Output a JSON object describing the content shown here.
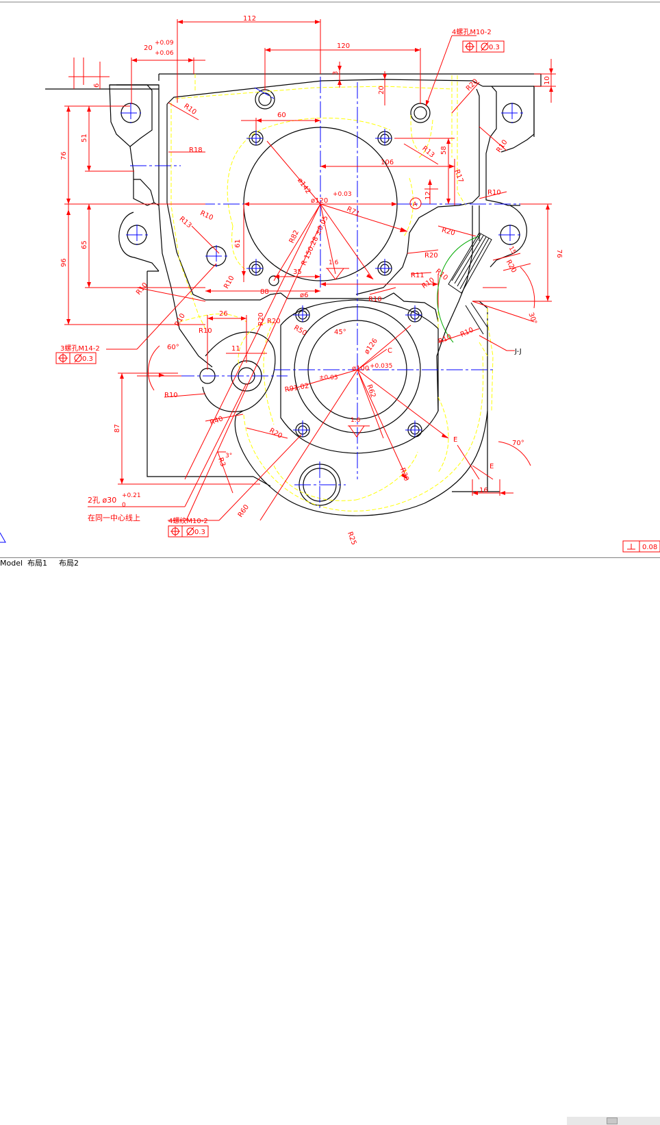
{
  "colors": {
    "background": "#ffffff",
    "outline": "#000000",
    "dimension": "#ff0000",
    "center": "#0000ff",
    "hidden": "#ffff00",
    "green": "#00aa00"
  },
  "dimensions": {
    "d112": "112",
    "d120": "120",
    "d60": "60",
    "d106": "106",
    "d76a": "76",
    "d76b": "76",
    "d51": "51",
    "d65": "65",
    "d96": "96",
    "d87": "87",
    "d61": "61",
    "d58": "58",
    "d35": "35",
    "d88": "88",
    "d26": "26",
    "d11": "11",
    "d16": "16",
    "d6": "6",
    "d3": "3",
    "d10": "10",
    "d12": "12",
    "d20top": "20",
    "d20": "20",
    "tolTop": "+0.09",
    "tolBot": "+0.06",
    "dia142": "ø142",
    "dia120": "ø120",
    "tol120": "+0.03",
    "dia126": "ø126",
    "dia100": "ø100",
    "tol100": "+0.035",
    "dia6": "ø6",
    "r150": "R 150.28 ±0.05",
    "r91": "R91.02",
    "tol91": "±0.05",
    "r82": "R82",
    "r71": "R71",
    "r62": "R62",
    "r60": "R60",
    "r50": "R50",
    "r40": "R40",
    "r25": "R25",
    "r30": "R30",
    "r20": "R20",
    "r18": "R18",
    "r17": "R17",
    "r13": "R13",
    "r11": "R11",
    "r10": "R10",
    "r3": "R3",
    "ang45": "45°",
    "ang60": "60°",
    "ang30": "30°",
    "ang70": "70°",
    "ang3": "3°",
    "rough": "1.6",
    "sym15": "15",
    "labelA": "A",
    "labelC": "C",
    "labelE": "E",
    "section": "J-J"
  },
  "notes": {
    "holes4top": "4螺孔M10-2",
    "holes3": "3螺孔M14-2",
    "holes4bot": "4螺纹M10-2",
    "tol03": "0.3",
    "twoHoles": "2孔  ø30",
    "twoTolTop": "+0.21",
    "twoTolBot": "0",
    "coaxial": "在同一中心线上",
    "perp": "0.08"
  },
  "tabs": {
    "model": "Model",
    "layout1": "布局1",
    "layout2": "布局2"
  }
}
